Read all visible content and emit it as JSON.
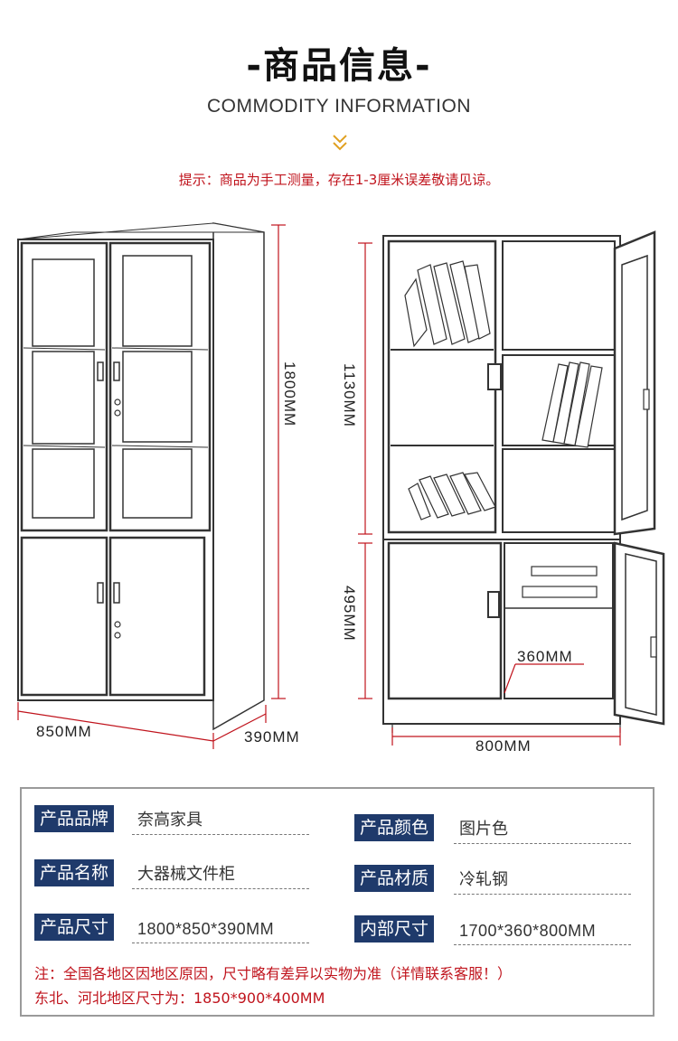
{
  "header": {
    "title": "-商品信息-",
    "subtitle": "COMMODITY INFORMATION",
    "notice": "提示：商品为手工测量，存在1-3厘米误差敬请见谅。"
  },
  "dimensions": {
    "left_height": "1800MM",
    "left_width": "850MM",
    "left_depth": "390MM",
    "right_upper": "1130MM",
    "right_lower": "495MM",
    "right_inner_depth": "360MM",
    "right_width": "800MM"
  },
  "specs": {
    "brand_label": "产品品牌",
    "brand_value": "奈高家具",
    "color_label": "产品颜色",
    "color_value": "图片色",
    "name_label": "产品名称",
    "name_value": "大器械文件柜",
    "material_label": "产品材质",
    "material_value": "冷轧钢",
    "size_label": "产品尺寸",
    "size_value": "1800*850*390MM",
    "inner_label": "内部尺寸",
    "inner_value": "1700*360*800MM"
  },
  "notes": {
    "line1": "注：全国各地区因地区原因，尺寸略有差异以实物为准（详情联系客服！）",
    "line2": "东北、河北地区尺寸为：1850*900*400MM"
  },
  "colors": {
    "accent_red": "#c0141d",
    "tag_navy": "#1f3a6b",
    "chevron_gold": "#e0a020"
  }
}
